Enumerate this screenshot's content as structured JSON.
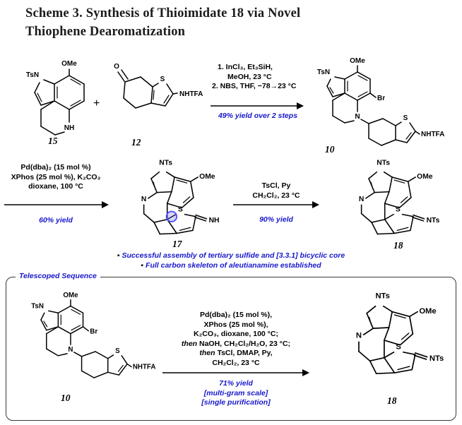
{
  "title": {
    "line1": "Scheme 3. Synthesis of Thioimidate 18 via Novel",
    "line2": "Thiophene Dearomatization"
  },
  "plus": "+",
  "colors": {
    "accent_blue": "#1717cc",
    "circle_stroke": "#4d4dff",
    "circle_fill": "rgba(90,90,255,0.25)"
  },
  "compounds": {
    "c15": {
      "number": "15",
      "ome": "OMe",
      "tsn": "TsN",
      "nh": "NH"
    },
    "c12": {
      "number": "12",
      "o": "O",
      "s": "S",
      "nhtfa": "NHTFA"
    },
    "c10": {
      "number": "10",
      "ome": "OMe",
      "tsn": "TsN",
      "br": "Br",
      "n": "N",
      "s": "S",
      "nhtfa": "NHTFA"
    },
    "c17": {
      "number": "17",
      "nts": "NTs",
      "ome": "OMe",
      "n": "N",
      "s": "S",
      "imine": "NH"
    },
    "c18": {
      "number": "18",
      "nts": "NTs",
      "ome": "OMe",
      "n": "N",
      "s": "S",
      "imine": "NTs"
    }
  },
  "step1": {
    "line1": "1. InCl₃, Et₃SiH,",
    "line2": "MeOH, 23 °C",
    "line3": "2. NBS, THF, −78→23 °C",
    "yield": "49% yield over 2 steps"
  },
  "step2": {
    "line1": "Pd(dba)₂ (15 mol %)",
    "line2": "XPhos (25 mol %), K₂CO₃",
    "line3": "dioxane, 100 °C",
    "yield": "60% yield"
  },
  "step3": {
    "line1": "TsCl, Py",
    "line2": "CH₂Cl₂, 23 °C",
    "yield": "90% yield"
  },
  "bullets": {
    "marker": "▪",
    "b1": "Successful assembly of tertiary sulfide and [3.3.1] bicyclic core",
    "b2": "Full carbon skeleton of aleutianamine established"
  },
  "box": {
    "label": "Telescoped Sequence",
    "conditions": {
      "line1": "Pd(dba)₂ (15 mol %),",
      "line2": "XPhos (25 mol %),",
      "line3": "K₂CO₃, dioxane, 100 °C;",
      "line4_pre": "then",
      "line4_rest": " NaOH, CH₂Cl₂/H₂O, 23 °C;",
      "line5_pre": "then",
      "line5_rest": " TsCl, DMAP, Py,",
      "line6": "CH₂Cl₂, 23 °C"
    },
    "yield1": "71% yield",
    "yield2": "[multi-gram scale]",
    "yield3": "[single purification]"
  }
}
